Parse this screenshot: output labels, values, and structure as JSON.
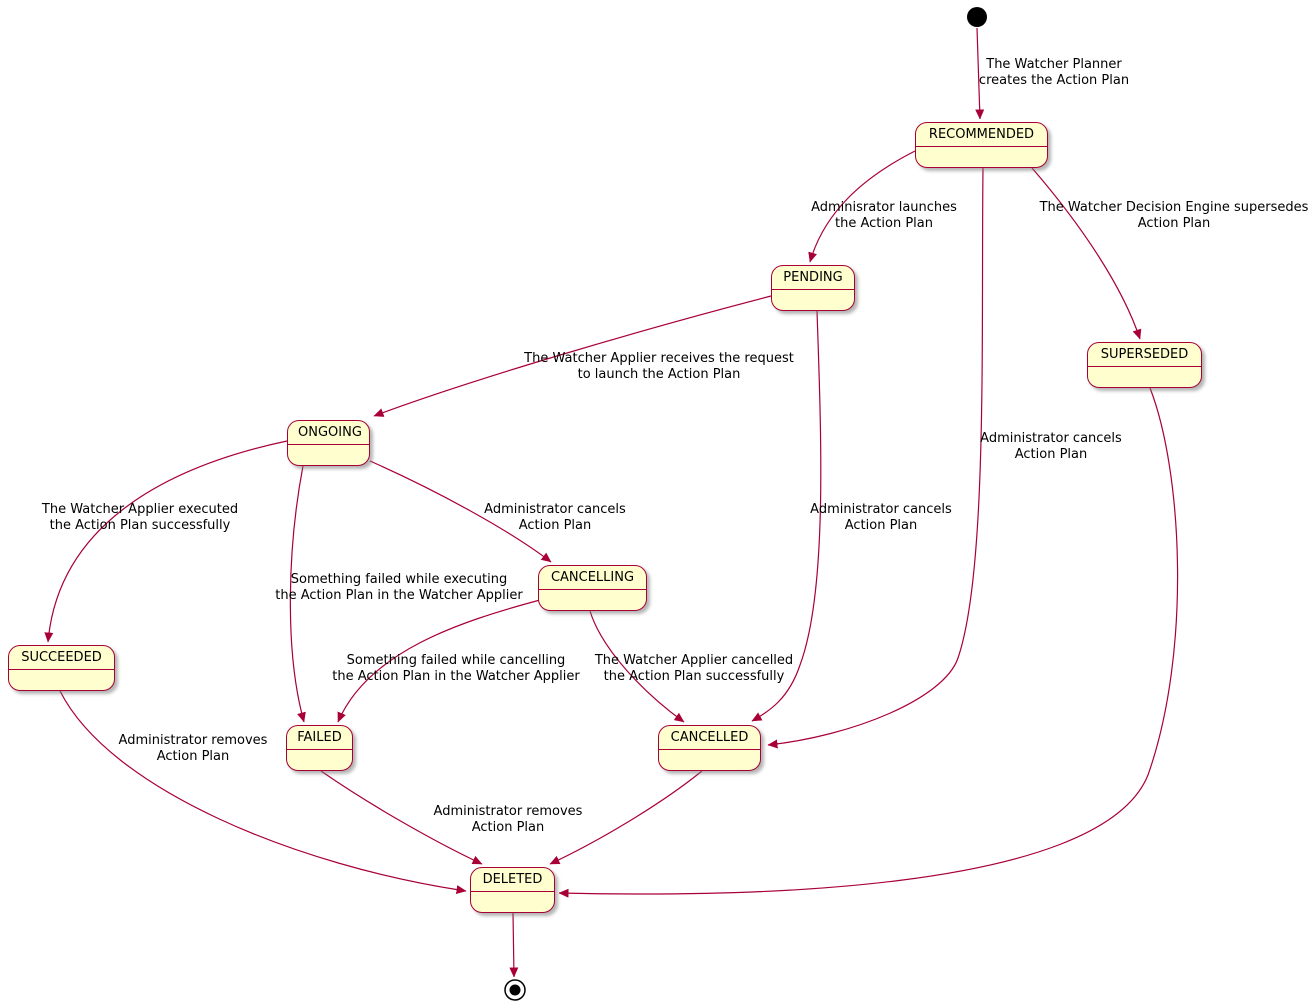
{
  "colors": {
    "state_fill": "#FEFECE",
    "state_border": "#A80036",
    "arrow": "#A80036",
    "text": "#000000",
    "background": "#FFFFFF"
  },
  "states": {
    "recommended": "RECOMMENDED",
    "pending": "PENDING",
    "superseded": "SUPERSEDED",
    "ongoing": "ONGOING",
    "cancelling": "CANCELLING",
    "succeeded": "SUCCEEDED",
    "failed": "FAILED",
    "cancelled": "CANCELLED",
    "deleted": "DELETED"
  },
  "transition_labels": {
    "init_recommended": "The Watcher Planner\ncreates the Action Plan",
    "recommended_pending": "Adminisrator launches\nthe Action Plan",
    "recommended_superseded": "The Watcher Decision Engine supersedes\nAction Plan",
    "recommended_cancelled": "Administrator cancels\nAction Plan",
    "pending_ongoing": "The Watcher Applier receives the request\nto launch the Action Plan",
    "pending_cancelled": "Administrator cancels\nAction Plan",
    "ongoing_succeeded": "The Watcher Applier executed\nthe Action Plan successfully",
    "ongoing_cancelling": "Administrator cancels\nAction Plan",
    "ongoing_failed": "Something failed while executing\nthe Action Plan in the Watcher Applier",
    "cancelling_failed": "Something failed while cancelling\nthe Action Plan in the Watcher Applier",
    "cancelling_cancelled": "The Watcher Applier cancelled\nthe Action Plan successfully",
    "succeeded_deleted": "Administrator removes\nAction Plan",
    "failed_deleted": "Administrator removes\nAction Plan"
  }
}
